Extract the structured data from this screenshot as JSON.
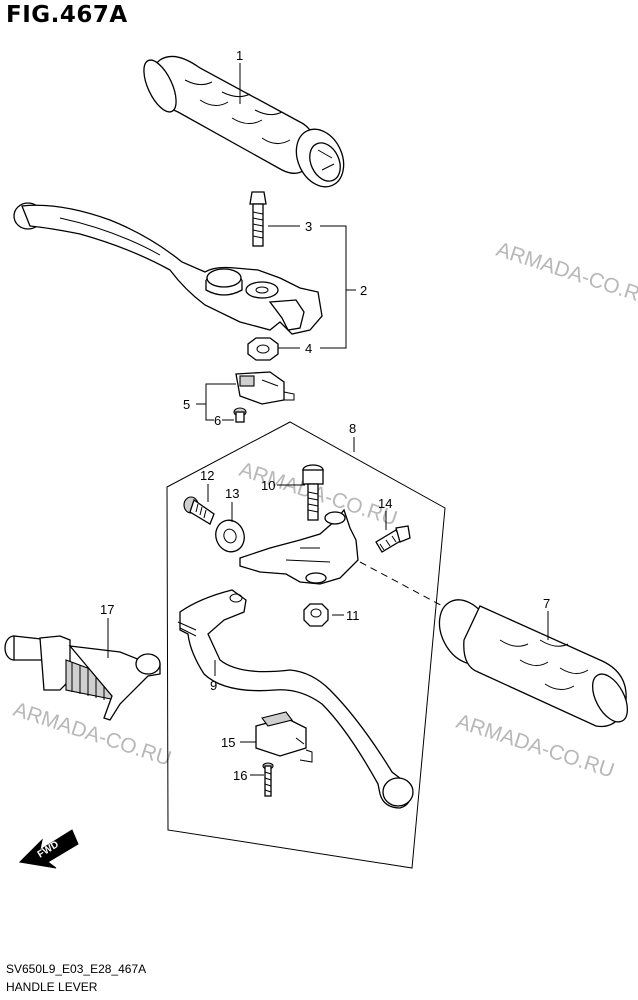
{
  "figure": {
    "title": "FIG.467A",
    "code": "SV650L9_E03_E28_467A",
    "caption": "HANDLE LEVER"
  },
  "watermark": {
    "text": "ARMADA-CO.RU",
    "color": "#b8b8b8"
  },
  "fwd_label": "FWD",
  "part_numbers": [
    "1",
    "2",
    "3",
    "4",
    "5",
    "6",
    "7",
    "8",
    "9",
    "10",
    "11",
    "12",
    "13",
    "14",
    "15",
    "16",
    "17"
  ]
}
